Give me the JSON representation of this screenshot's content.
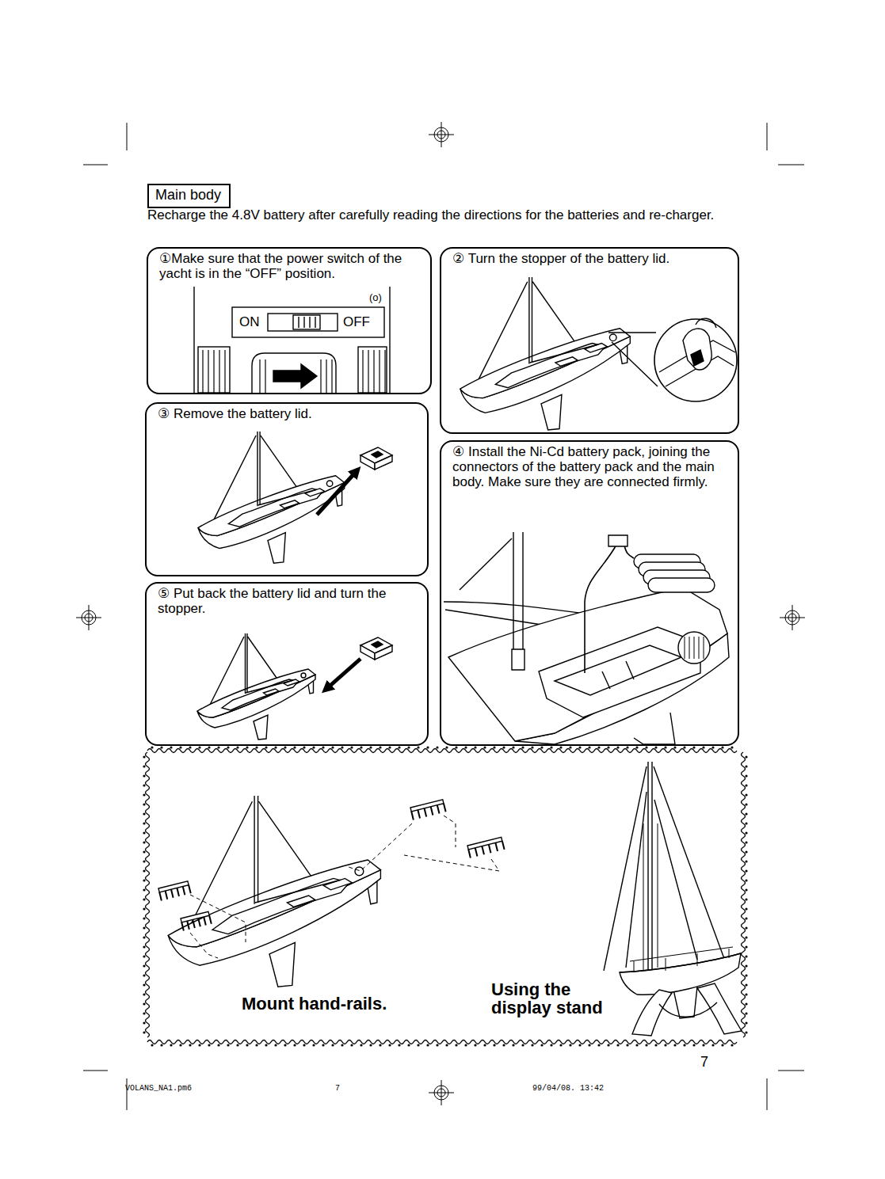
{
  "diagram": {
    "nodes": [
      {
        "text": [
          "Main body"
        ]
      },
      {
        "text": [
          "①Make sure that the power switch of the yacht is in the “OFF” position."
        ]
      },
      {
        "text": [
          "② Turn the stopper of the battery lid."
        ]
      },
      {
        "text": [
          "③ Remove the battery lid."
        ]
      },
      {
        "text": [
          "④ Install the Ni-Cd battery pack, joining the connectors of the battery pack and the main body. Make sure they are connected firmly."
        ]
      },
      {
        "text": [
          "⑤ Put back the battery lid and turn the stopper."
        ]
      }
    ],
    "labels": [
      "Recharge the 4.8V battery after carefully reading the directions for the batteries and re-charger.",
      "(o)",
      "ON",
      "OFF",
      "Mount hand-rails.",
      "Using the display stand",
      "7",
      "VOLANS_NA1.pm6",
      "7",
      "99/04/08. 13:42"
    ]
  }
}
